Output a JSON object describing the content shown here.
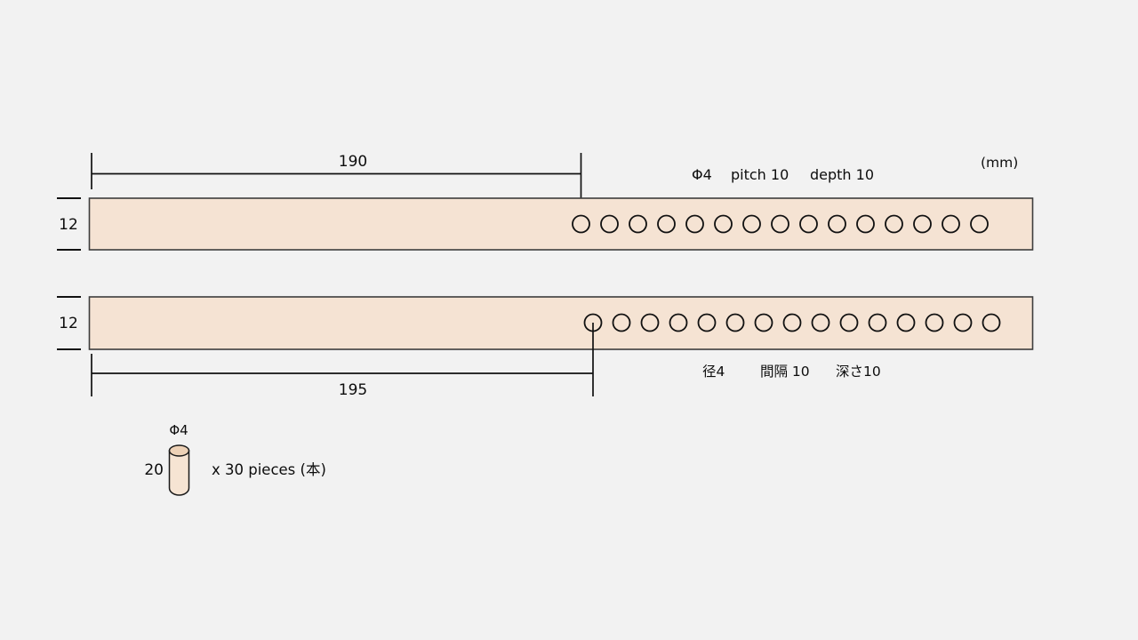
{
  "unit_note": "(mm)",
  "spec_top": {
    "diameter": "Φ4",
    "pitch": "pitch 10",
    "depth": "depth 10"
  },
  "spec_bottom": {
    "diameter": "径4",
    "spacing": "間隔 10",
    "depth": "深さ10"
  },
  "board_top": {
    "length_label": "190",
    "thickness_label": "12",
    "hole_count": 15
  },
  "board_bottom": {
    "length_label": "195",
    "thickness_label": "12",
    "hole_count": 15
  },
  "dowel": {
    "diameter_label": "Φ4",
    "length_label": "20",
    "quantity_label": "x 30 pieces (本)"
  },
  "colors": {
    "background": "#f2f2f2",
    "board_fill": "#f5e3d3",
    "board_border": "#3d3d3d",
    "line": "#111111",
    "dowel_body": "#f6e4d3",
    "dowel_top": "#edd1b6"
  }
}
